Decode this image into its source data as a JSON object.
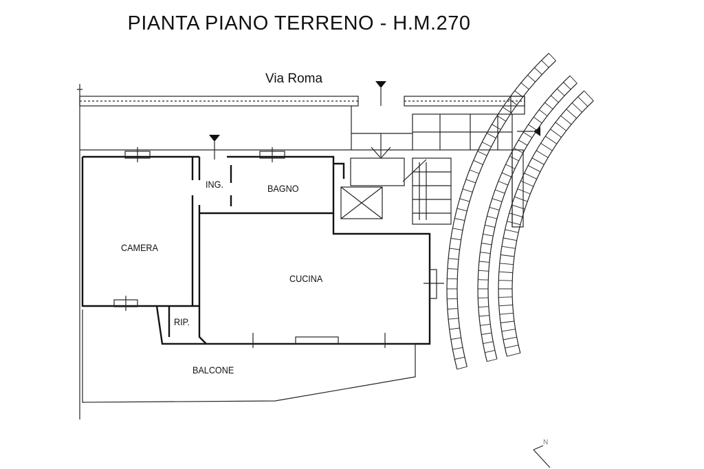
{
  "title": "PIANTA PIANO TERRENO - H.M.270",
  "street": "Via Roma",
  "rooms": {
    "ingresso": "ING.",
    "bagno": "BAGNO",
    "camera": "CAMERA",
    "cucina": "CUCINA",
    "ripostiglio": "RIP.",
    "balcone": "BALCONE"
  },
  "north_mark": "N",
  "colors": {
    "line": "#111111",
    "background": "#ffffff"
  }
}
